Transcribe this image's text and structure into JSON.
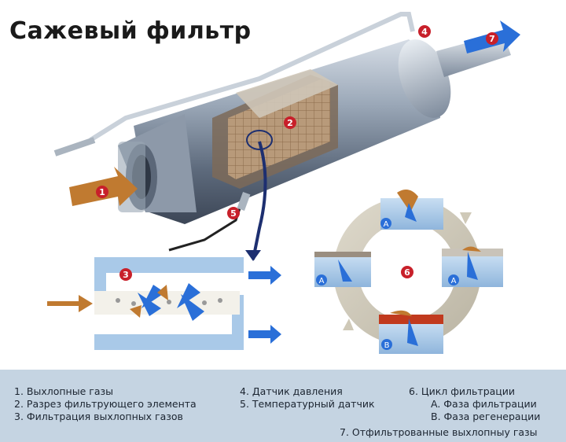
{
  "title": "Сажевый фильтр",
  "badges": [
    "1",
    "2",
    "3",
    "4",
    "5",
    "6",
    "7"
  ],
  "phase_markers": {
    "a": "A",
    "b": "B"
  },
  "legend": {
    "col1": [
      "1. Выхлопные газы",
      "2. Разрез фильтрующего элемента",
      "3. Фильтрация выхлопных газов"
    ],
    "col2": [
      "4. Датчик давления",
      "5. Температурный датчик"
    ],
    "col3": [
      "6. Цикл фильтрации",
      "A. Фаза фильтрации",
      "B. Фаза регенерации"
    ],
    "item7": "7.  Отфильтрованные выхлопныу газы"
  },
  "colors": {
    "badge": "#c8202a",
    "flow_arrow": "#2a6fd8",
    "exhaust_arrow": "#c07a30",
    "legend_bg": "#c5d4e2",
    "filter_block": "#a9c9e8"
  }
}
